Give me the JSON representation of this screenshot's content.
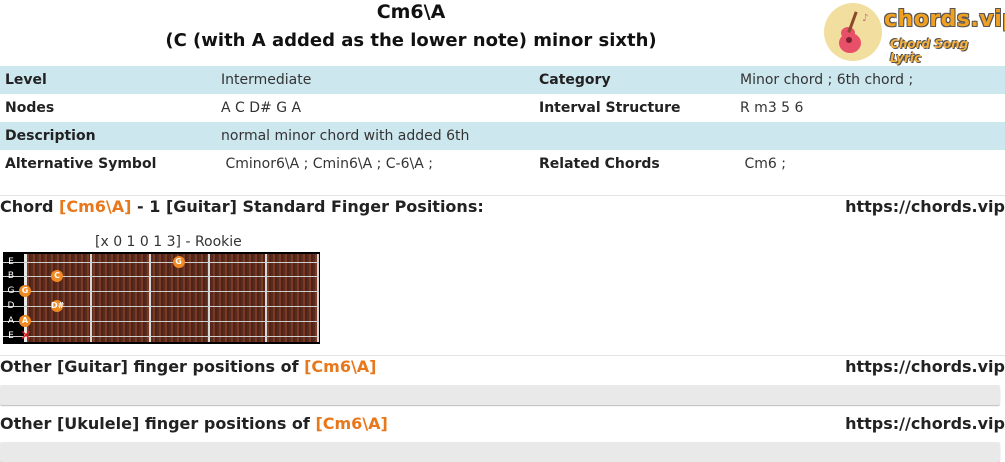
{
  "header": {
    "title": "Cm6\\A",
    "subtitle": "(C (with A added as the lower note) minor sixth)"
  },
  "logo": {
    "text": "chords.vip",
    "tagline": "Chord Song Lyric",
    "icon": "guitar-icon"
  },
  "info": {
    "level_label": "Level",
    "level_value": "Intermediate",
    "category_label": "Category",
    "category_value": "Minor chord ; 6th chord ;",
    "nodes_label": "Nodes",
    "nodes_value": "A C D# G A",
    "interval_label": "Interval Structure",
    "interval_value": "R m3 5 6",
    "description_label": "Description",
    "description_value": "normal minor chord with added 6th",
    "alt_label": "Alternative Symbol",
    "alt_value": " Cminor6\\A ; Cmin6\\A ; C-6\\A ;",
    "related_label": "Related Chords",
    "related_value": " Cm6 ;"
  },
  "guitar_section": {
    "prefix": "Chord ",
    "chord": "[Cm6\\A]",
    "suffix": " - 1 [Guitar] Standard Finger Positions:",
    "url": "https://chords.vip"
  },
  "diagram": {
    "caption": "[x 0 1 0 1 3] - Rookie",
    "string_names": [
      "E",
      "B",
      "G",
      "D",
      "A",
      "E"
    ],
    "dots": [
      {
        "string": 1,
        "fret": 3,
        "label": "G"
      },
      {
        "string": 2,
        "fret": 1,
        "label": "C"
      },
      {
        "string": 3,
        "fret": 0,
        "label": "G"
      },
      {
        "string": 4,
        "fret": 1,
        "label": "D#"
      },
      {
        "string": 5,
        "fret": 0,
        "label": "A"
      }
    ],
    "muted": "x"
  },
  "other_guitar": {
    "prefix": "Other [Guitar] finger positions of ",
    "chord": "[Cm6\\A]",
    "url": "https://chords.vip"
  },
  "other_ukulele": {
    "prefix": "Other [Ukulele] finger positions of ",
    "chord": "[Cm6\\A]",
    "url": "https://chords.vip"
  },
  "colors": {
    "accent": "#e8781c",
    "row_shade": "#cde7ee"
  }
}
